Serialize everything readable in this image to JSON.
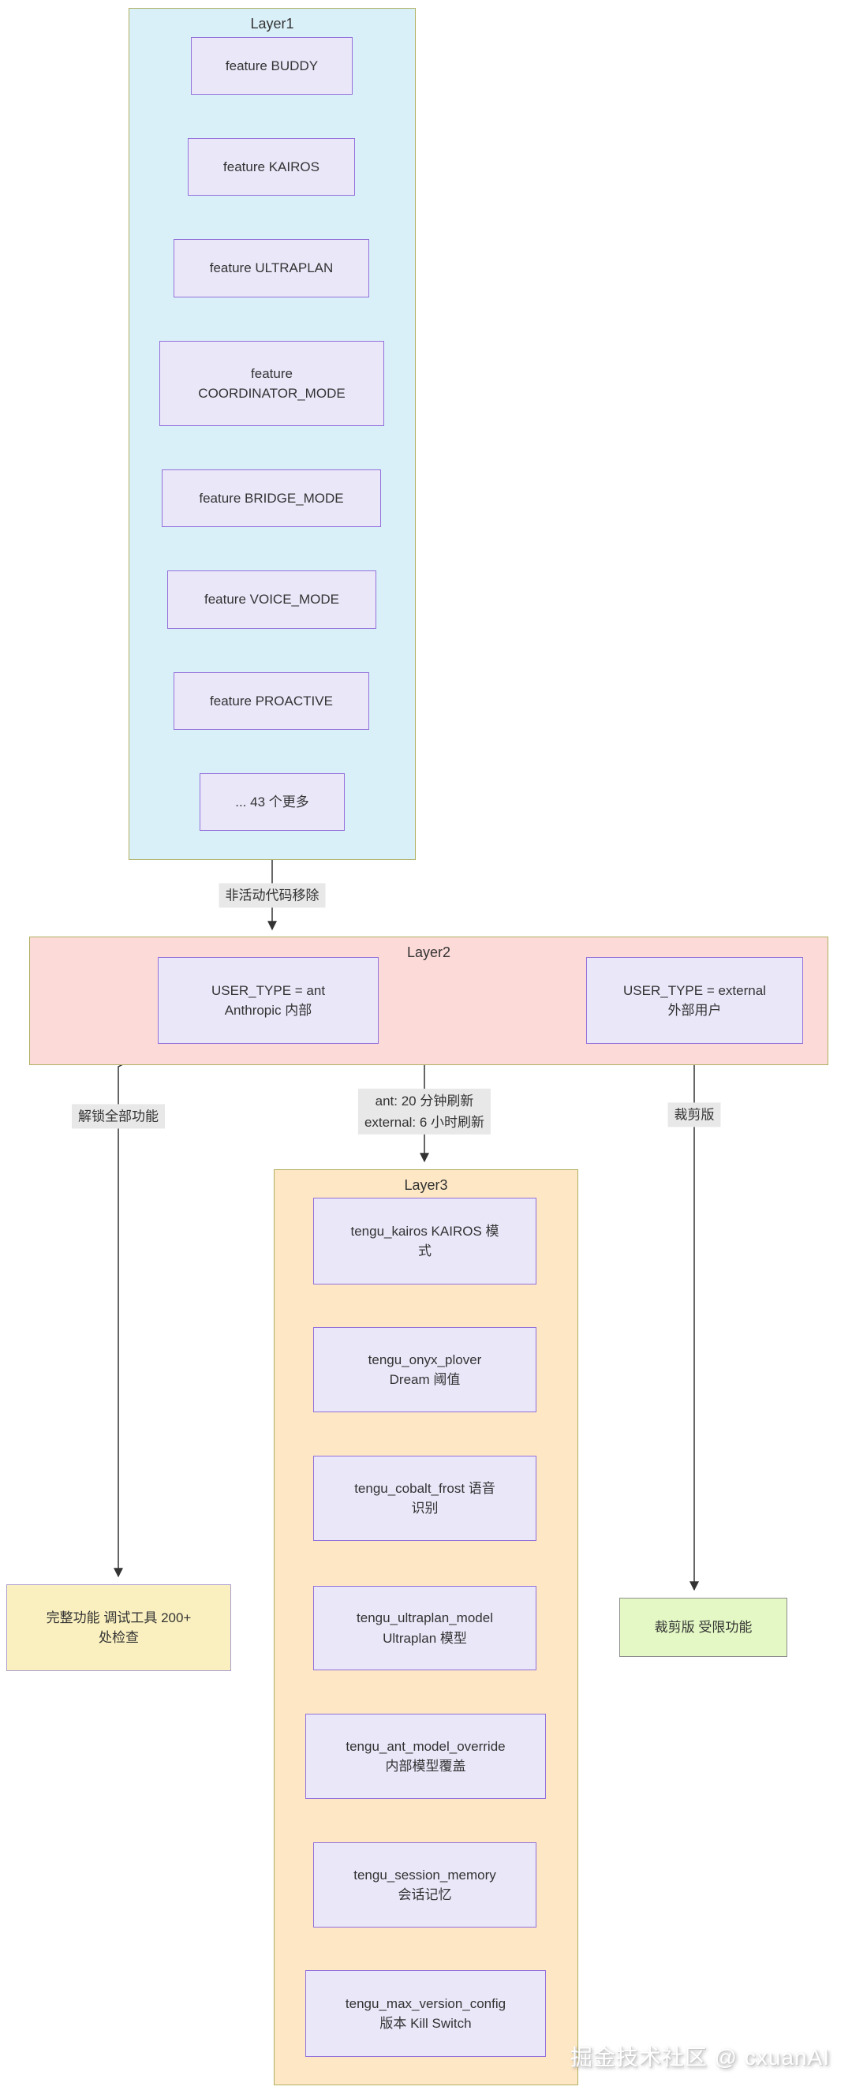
{
  "clusters": {
    "layer1": {
      "title": "Layer1"
    },
    "layer2": {
      "title": "Layer2"
    },
    "layer3": {
      "title": "Layer3"
    }
  },
  "layer1_nodes": [
    {
      "label": "feature BUDDY"
    },
    {
      "label": "feature KAIROS"
    },
    {
      "label": "feature ULTRAPLAN"
    },
    {
      "label": "feature\nCOORDINATOR_MODE"
    },
    {
      "label": "feature BRIDGE_MODE"
    },
    {
      "label": "feature VOICE_MODE"
    },
    {
      "label": "feature PROACTIVE"
    },
    {
      "label": "... 43 个更多"
    }
  ],
  "layer2_nodes": [
    {
      "label": "USER_TYPE = ant\nAnthropic 内部"
    },
    {
      "label": "USER_TYPE = external\n外部用户"
    }
  ],
  "layer3_nodes": [
    {
      "label": "tengu_kairos KAIROS 模\n式"
    },
    {
      "label": "tengu_onyx_plover\nDream 阈值"
    },
    {
      "label": "tengu_cobalt_frost 语音\n识别"
    },
    {
      "label": "tengu_ultraplan_model\nUltraplan 模型"
    },
    {
      "label": "tengu_ant_model_override\n内部模型覆盖"
    },
    {
      "label": "tengu_session_memory\n会话记忆"
    },
    {
      "label": "tengu_max_version_config\n版本 Kill Switch"
    }
  ],
  "result_nodes": [
    {
      "label": "完整功能 调试工具 200+\n处检查"
    },
    {
      "label": "裁剪版 受限功能"
    }
  ],
  "edge_labels": [
    {
      "text": "非活动代码移除"
    },
    {
      "text": "解锁全部功能"
    },
    {
      "text": "ant: 20 分钟刷新\nexternal: 6 小时刷新"
    },
    {
      "text": "裁剪版"
    }
  ],
  "watermark": "掘金技术社区 @ cxuanAI",
  "colors": {
    "layer1_fill": "#daf0f8",
    "layer2_fill": "#fcdad8",
    "layer3_fill": "#fde7c5",
    "cluster_border": "#b0b060",
    "node_fill": "#eae7f9",
    "node_border": "#9370db",
    "full_node_fill": "#faf0bf",
    "full_node_border": "#ab9ed0",
    "trimmed_node_fill": "#e3f8c4",
    "trimmed_node_border": "#8e8e8e",
    "edge": "#333333",
    "edge_label_bg": "#e8e8e8",
    "text": "#333333"
  }
}
